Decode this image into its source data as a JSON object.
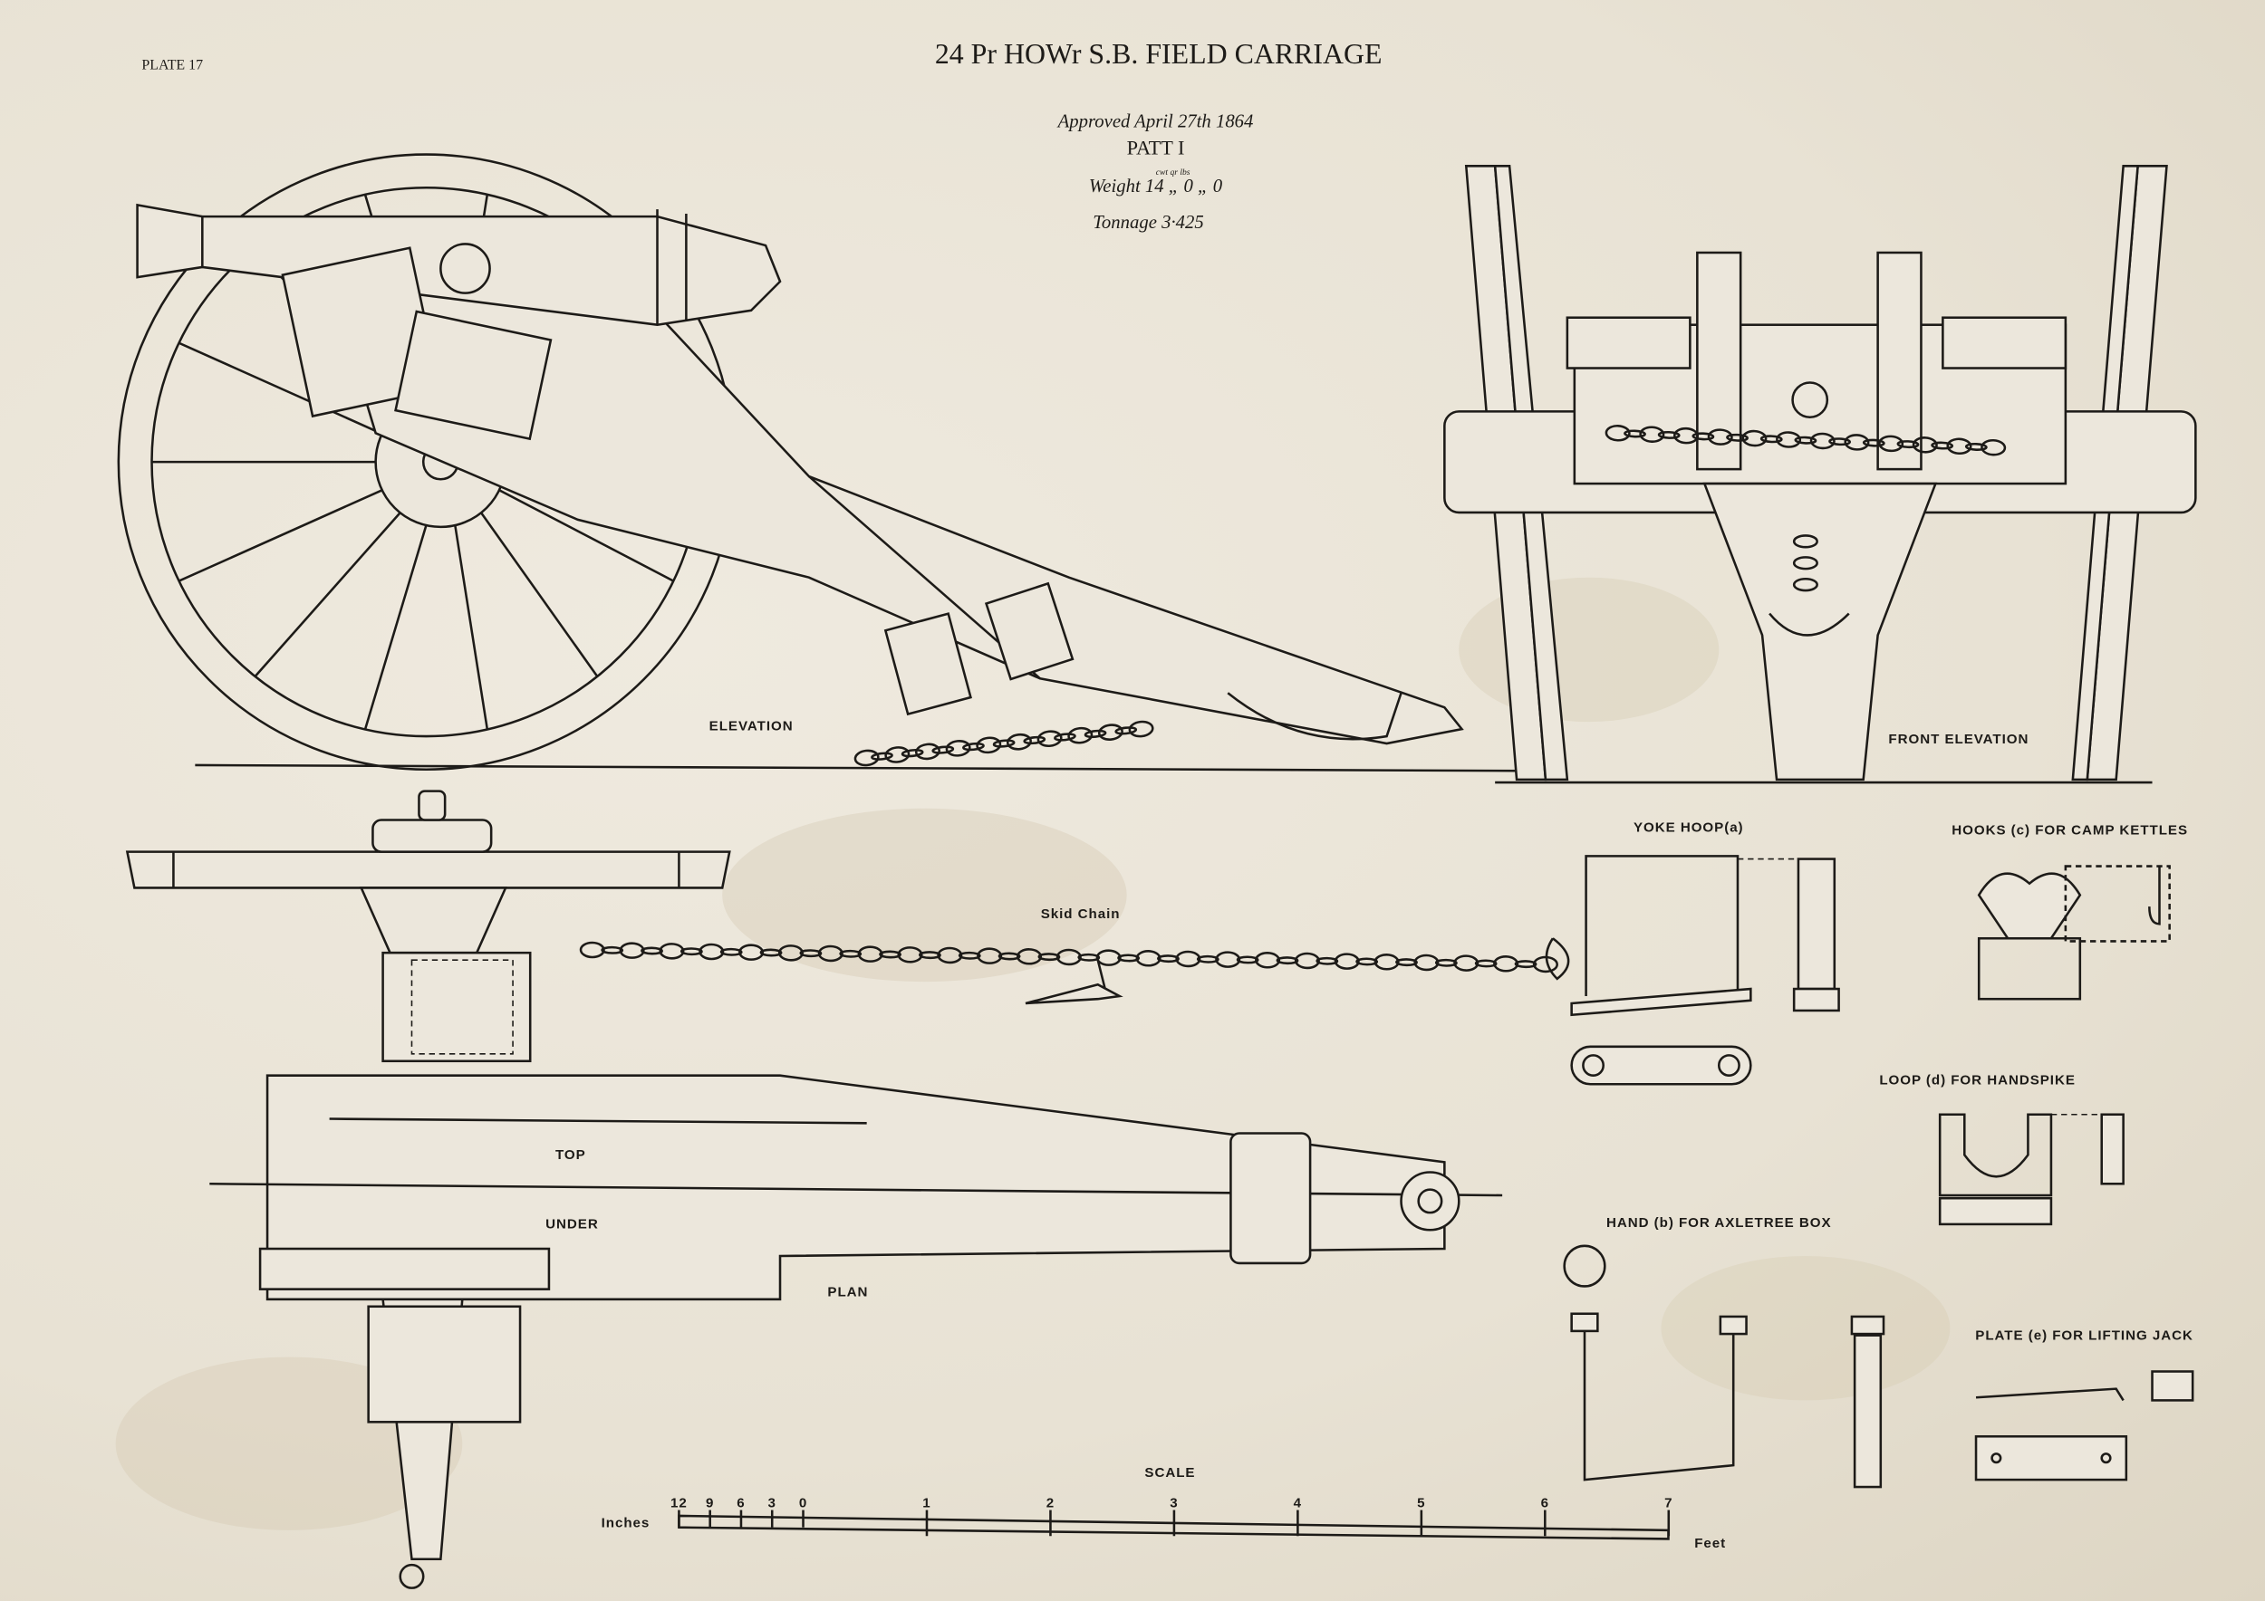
{
  "plate": "PLATE 17",
  "title": "24 Pr HOWr S.B. FIELD CARRIAGE",
  "approved": "Approved April 27th 1864",
  "pattern": "PATT I",
  "weight": "Weight 14 „ 0 „ 0",
  "weight_units": "cwt   qr   lbs",
  "tonnage": "Tonnage 3·425",
  "labels": {
    "elevation": "ELEVATION",
    "front_elevation": "FRONT ELEVATION",
    "yoke_hoop": "YOKE HOOP(a)",
    "hooks": "HOOKS (c) FOR CAMP KETTLES",
    "skid_chain": "Skid Chain",
    "loop": "LOOP (d) FOR HANDSPIKE",
    "hand": "HAND (b) FOR AXLETREE BOX",
    "plate_jack": "PLATE (e) FOR LIFTING JACK",
    "top": "TOP",
    "under": "UNDER",
    "plan": "PLAN"
  },
  "scale": {
    "title": "SCALE",
    "inches_label": "Inches",
    "feet_label": "Feet",
    "inch_ticks": [
      "12",
      "9",
      "6",
      "3",
      "0"
    ],
    "feet_ticks": [
      "1",
      "2",
      "3",
      "4",
      "5",
      "6",
      "7"
    ]
  },
  "colors": {
    "paper": "#ece7dc",
    "ink": "#1d1b18"
  }
}
